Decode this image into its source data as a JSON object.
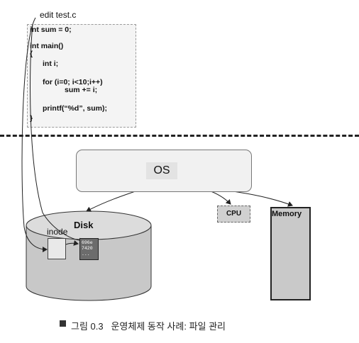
{
  "editor": {
    "label": "edit test.c",
    "code_lines": [
      "int sum = 0;",
      "int main()",
      "{",
      "int i;",
      "for (i=0; i<10;i++)",
      "sum += i;",
      "printf(“%d”, sum);",
      "}"
    ]
  },
  "os": {
    "label": "OS"
  },
  "cpu": {
    "label": "CPU"
  },
  "memory": {
    "label": "Memory"
  },
  "disk": {
    "label": "Disk",
    "inode_label": "inode",
    "block_lines": [
      "696e",
      "7420",
      "..."
    ]
  },
  "caption": "그림 0.3   운영체제 동작 사례: 파일 관리",
  "colors": {
    "outline": "#333333",
    "disk_fill": "#c8c8c8",
    "memory_fill": "#c9c9c9"
  }
}
